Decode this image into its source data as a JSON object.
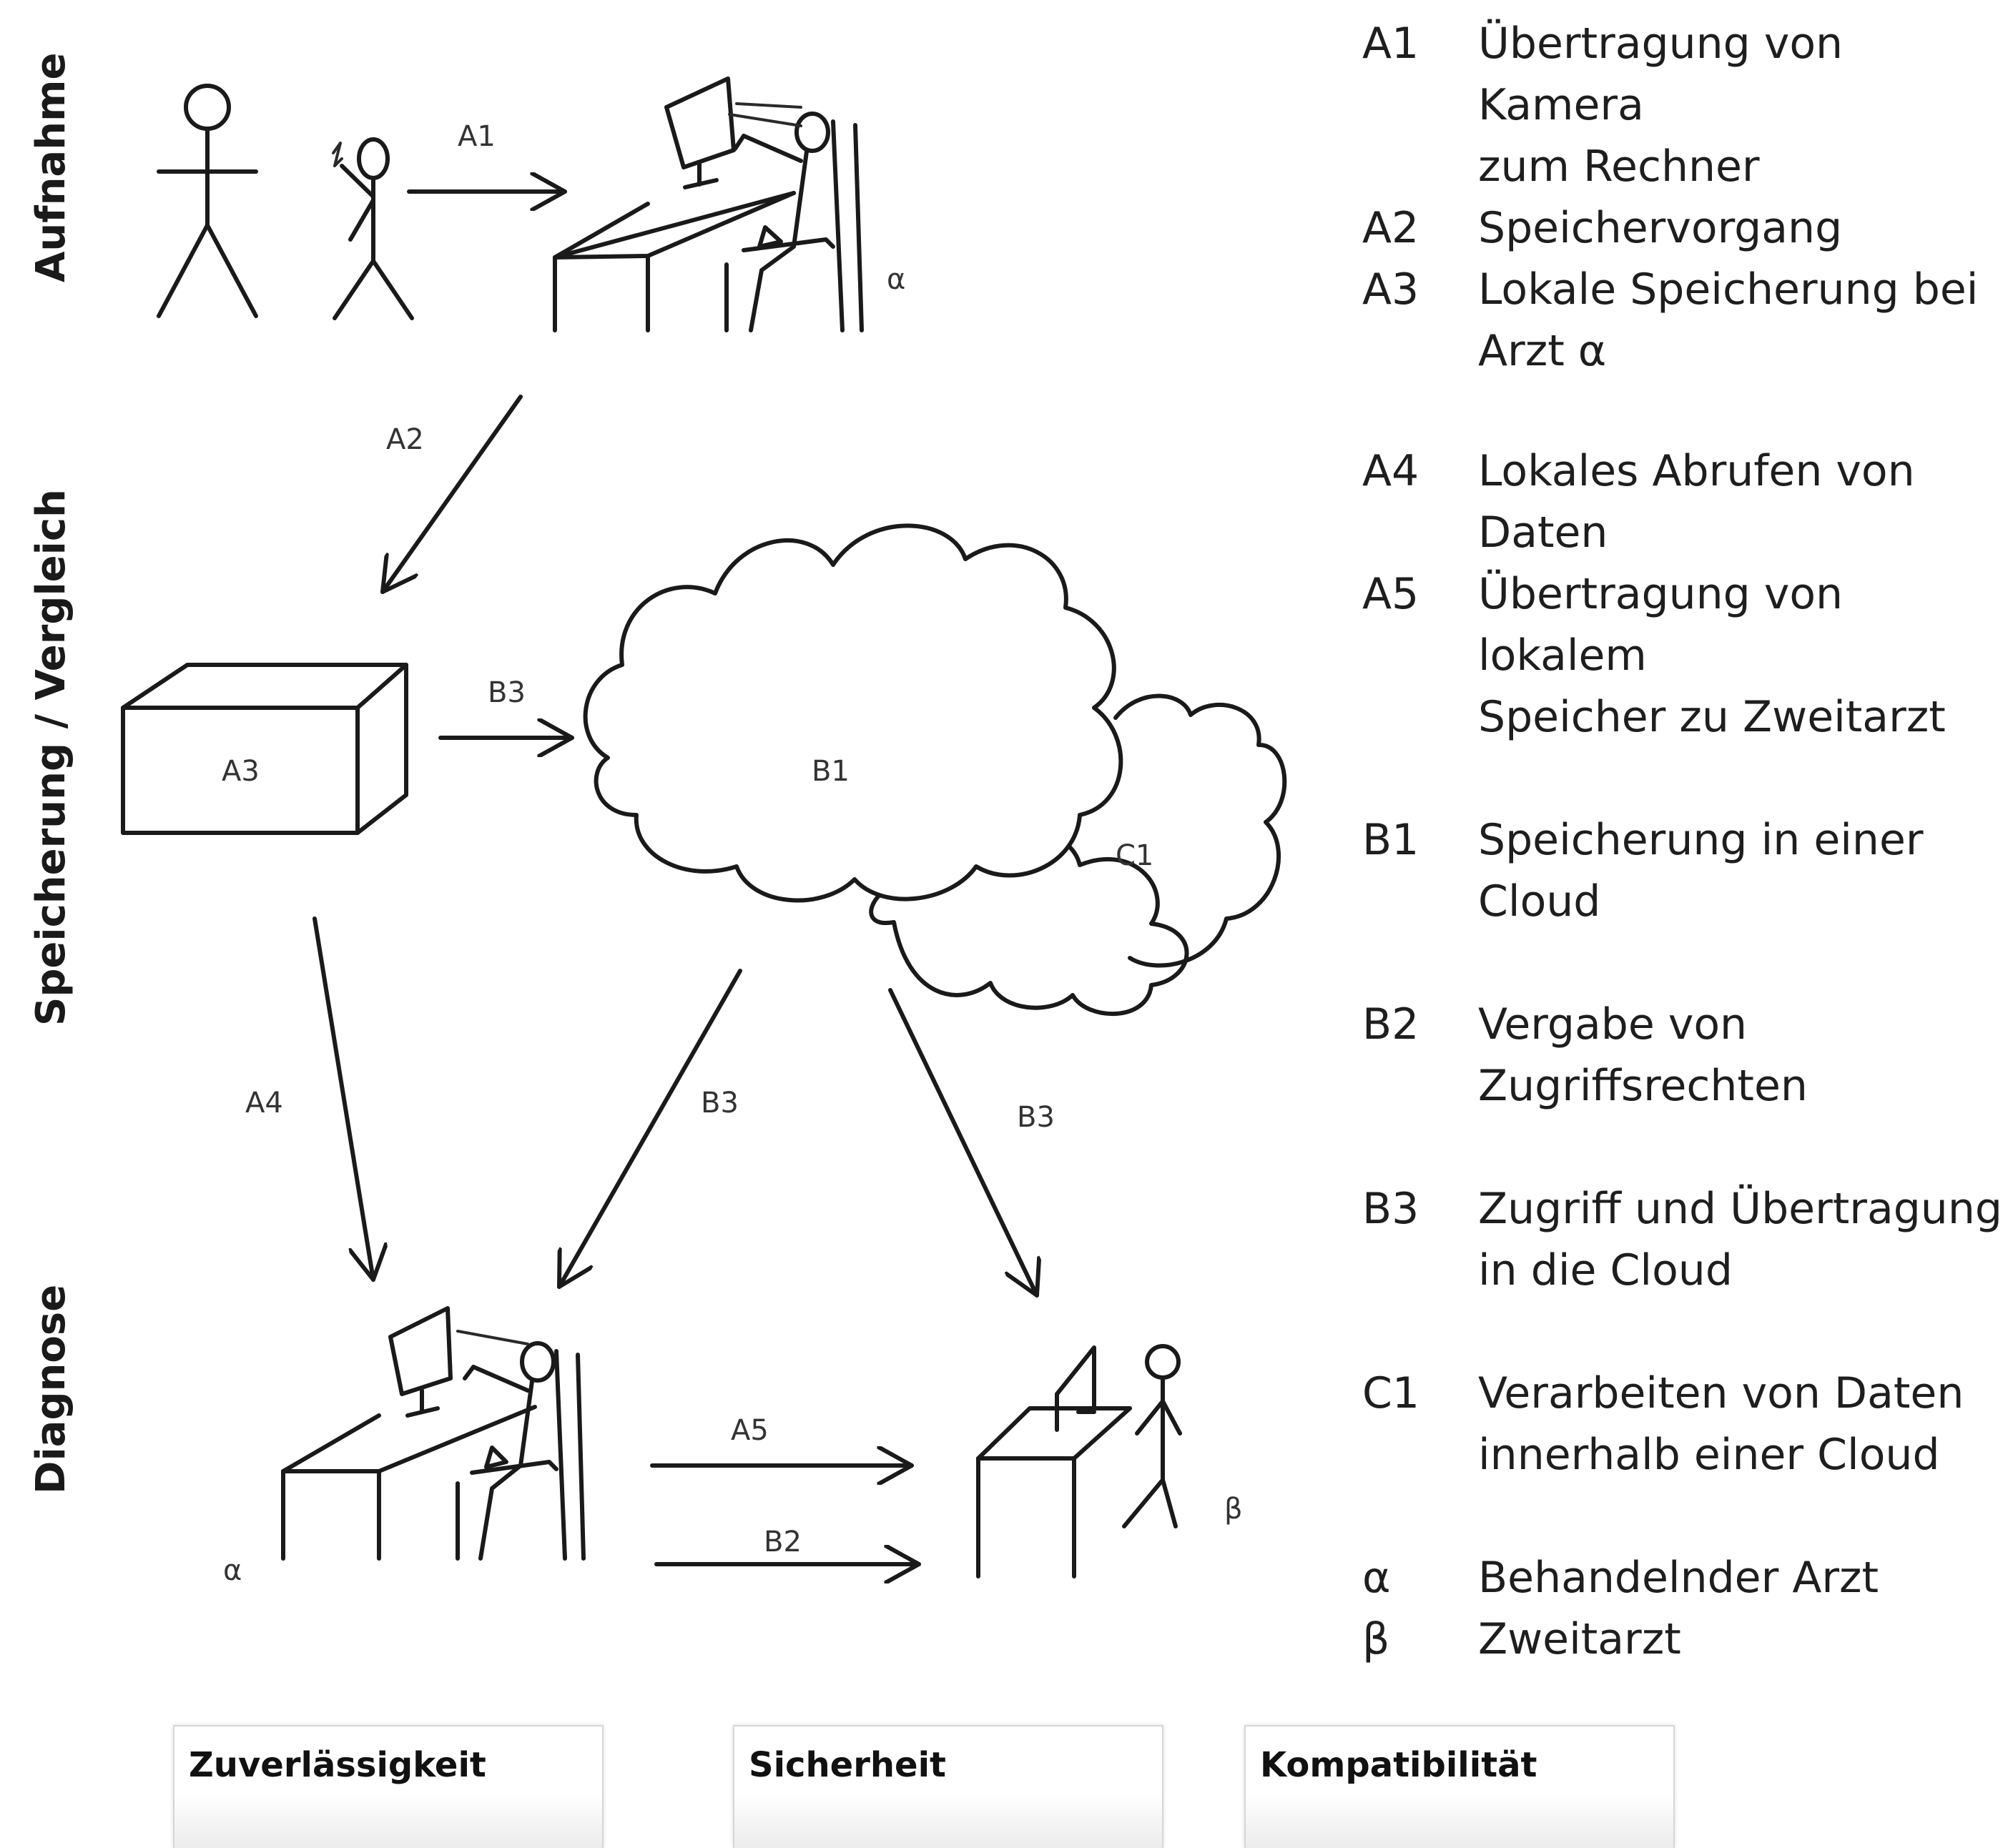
{
  "phases": {
    "recording": "Aufnahme",
    "storage": "Speicherung / Vergleich",
    "diagnosis": "Diagnose"
  },
  "diagram_labels": {
    "a1": "A1",
    "a2": "A2",
    "a3": "A3",
    "a4": "A4",
    "a5": "A5",
    "b1": "B1",
    "b2": "B2",
    "b3_storage": "B3",
    "b3_left": "B3",
    "b3_right": "B3",
    "c1": "C1",
    "alpha_top": "α",
    "alpha_bottom": "α",
    "beta": "β"
  },
  "legend": [
    {
      "code": "A1",
      "lines": [
        "Übertragung von Kamera",
        "zum Rechner"
      ]
    },
    {
      "code": "A2",
      "lines": [
        "Speichervorgang"
      ]
    },
    {
      "code": "A3",
      "lines": [
        "Lokale Speicherung bei",
        "Arzt α"
      ]
    },
    {
      "code": "A4",
      "lines": [
        "Lokales Abrufen von",
        "Daten"
      ]
    },
    {
      "code": "A5",
      "lines": [
        "Übertragung von lokalem",
        "Speicher zu Zweitarzt"
      ]
    },
    {
      "code": "B1",
      "lines": [
        "Speicherung in einer",
        "Cloud"
      ]
    },
    {
      "code": "B2",
      "lines": [
        "Vergabe von",
        "Zugriffsrechten"
      ]
    },
    {
      "code": "B3",
      "lines": [
        "Zugriff und Übertragung",
        "in die Cloud"
      ]
    },
    {
      "code": "C1",
      "lines": [
        "Verarbeiten von Daten",
        "innerhalb einer Cloud"
      ]
    },
    {
      "code": "α",
      "lines": [
        "Behandelnder Arzt"
      ]
    },
    {
      "code": "β",
      "lines": [
        "Zweitarzt"
      ]
    }
  ],
  "categories": [
    "Zuverlässigkeit",
    "Sicherheit",
    "Kompatibilität"
  ]
}
